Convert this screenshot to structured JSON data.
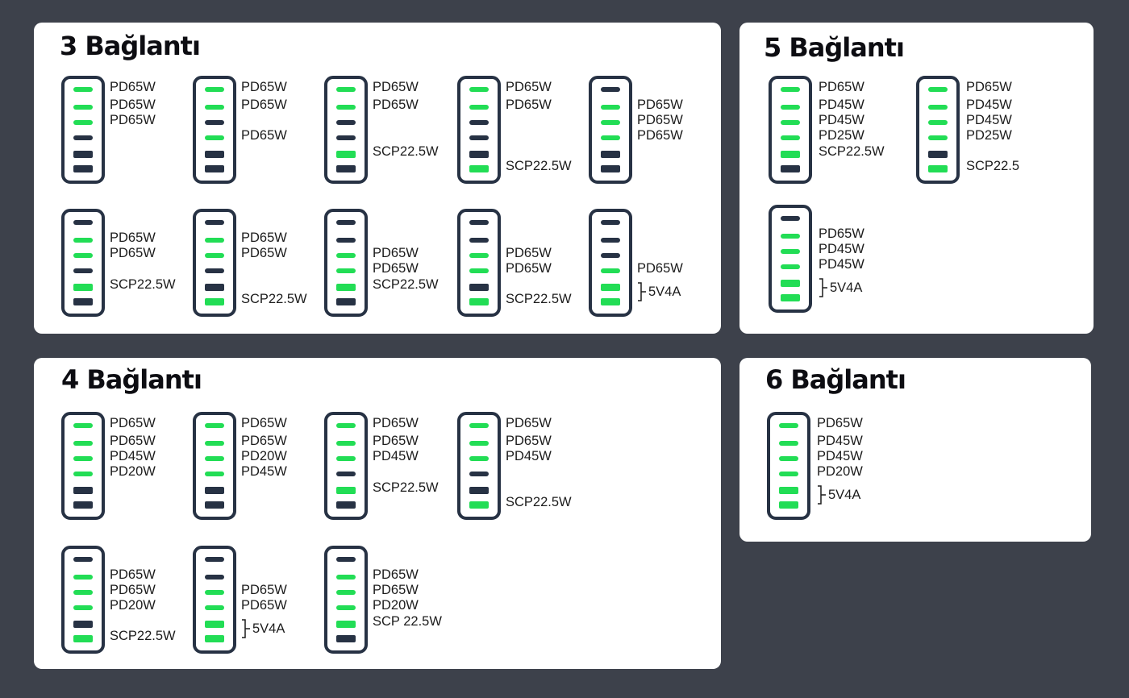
{
  "panels": [
    {
      "id": "panel-3",
      "title": "3 Bağlantı",
      "devices": [
        {
          "ports": [
            "c1",
            "c1",
            "c1",
            "c0",
            "a0",
            "a0"
          ],
          "labels": [
            {
              "text": "PD65W",
              "port": 0
            },
            {
              "text": "PD65W",
              "port": 1
            },
            {
              "text": "PD65W",
              "port": 2
            }
          ]
        },
        {
          "ports": [
            "c1",
            "c1",
            "c0",
            "c1",
            "a0",
            "a0"
          ],
          "labels": [
            {
              "text": "PD65W",
              "port": 0
            },
            {
              "text": "PD65W",
              "port": 1
            },
            {
              "text": "PD65W",
              "port": 3
            }
          ]
        },
        {
          "ports": [
            "c1",
            "c1",
            "c0",
            "c0",
            "a1",
            "a0"
          ],
          "labels": [
            {
              "text": "PD65W",
              "port": 0
            },
            {
              "text": "PD65W",
              "port": 1
            },
            {
              "text": "SCP22.5W",
              "port": 4
            }
          ]
        },
        {
          "ports": [
            "c1",
            "c1",
            "c0",
            "c0",
            "a0",
            "a1"
          ],
          "labels": [
            {
              "text": "PD65W",
              "port": 0
            },
            {
              "text": "PD65W",
              "port": 1
            },
            {
              "text": "SCP22.5W",
              "port": 5
            }
          ]
        },
        {
          "ports": [
            "c0",
            "c1",
            "c1",
            "c1",
            "a0",
            "a0"
          ],
          "labels": [
            {
              "text": "PD65W",
              "port": 1
            },
            {
              "text": "PD65W",
              "port": 2
            },
            {
              "text": "PD65W",
              "port": 3
            }
          ]
        },
        {
          "ports": [
            "c0",
            "c1",
            "c1",
            "c0",
            "a1",
            "a0"
          ],
          "labels": [
            {
              "text": "PD65W",
              "port": 1
            },
            {
              "text": "PD65W",
              "port": 2
            },
            {
              "text": "SCP22.5W",
              "port": 4
            }
          ]
        },
        {
          "ports": [
            "c0",
            "c1",
            "c1",
            "c0",
            "a0",
            "a1"
          ],
          "labels": [
            {
              "text": "PD65W",
              "port": 1
            },
            {
              "text": "PD65W",
              "port": 2
            },
            {
              "text": "SCP22.5W",
              "port": 5
            }
          ]
        },
        {
          "ports": [
            "c0",
            "c0",
            "c1",
            "c1",
            "a1",
            "a0"
          ],
          "labels": [
            {
              "text": "PD65W",
              "port": 2
            },
            {
              "text": "PD65W",
              "port": 3
            },
            {
              "text": "SCP22.5W",
              "port": 4
            }
          ]
        },
        {
          "ports": [
            "c0",
            "c0",
            "c1",
            "c1",
            "a0",
            "a1"
          ],
          "labels": [
            {
              "text": "PD65W",
              "port": 2
            },
            {
              "text": "PD65W",
              "port": 3
            },
            {
              "text": "SCP22.5W",
              "port": 5
            }
          ]
        },
        {
          "ports": [
            "c0",
            "c0",
            "c0",
            "c1",
            "a1",
            "a1"
          ],
          "labels": [
            {
              "text": "PD65W",
              "port": 3
            }
          ],
          "brace": {
            "text": "5V4A",
            "from": 4,
            "to": 5
          }
        }
      ]
    },
    {
      "id": "panel-5",
      "title": "5 Bağlantı",
      "devices": [
        {
          "ports": [
            "c1",
            "c1",
            "c1",
            "c1",
            "a1",
            "a0"
          ],
          "labels": [
            {
              "text": "PD65W",
              "port": 0
            },
            {
              "text": "PD45W",
              "port": 1
            },
            {
              "text": "PD45W",
              "port": 2
            },
            {
              "text": "PD25W",
              "port": 3
            },
            {
              "text": "SCP22.5W",
              "port": 4
            }
          ]
        },
        {
          "ports": [
            "c1",
            "c1",
            "c1",
            "c1",
            "a0",
            "a1"
          ],
          "labels": [
            {
              "text": "PD65W",
              "port": 0
            },
            {
              "text": "PD45W",
              "port": 1
            },
            {
              "text": "PD45W",
              "port": 2
            },
            {
              "text": "PD25W",
              "port": 3
            },
            {
              "text": "SCP22.5",
              "port": 5
            }
          ]
        },
        {
          "ports": [
            "c0",
            "c1",
            "c1",
            "c1",
            "a1",
            "a1"
          ],
          "labels": [
            {
              "text": "PD65W",
              "port": 1
            },
            {
              "text": "PD45W",
              "port": 2
            },
            {
              "text": "PD45W",
              "port": 3
            }
          ],
          "brace": {
            "text": "5V4A",
            "from": 4,
            "to": 5
          }
        }
      ]
    },
    {
      "id": "panel-4",
      "title": "4 Bağlantı",
      "devices": [
        {
          "ports": [
            "c1",
            "c1",
            "c1",
            "c1",
            "a0",
            "a0"
          ],
          "labels": [
            {
              "text": "PD65W",
              "port": 0
            },
            {
              "text": "PD65W",
              "port": 1
            },
            {
              "text": "PD45W",
              "port": 2
            },
            {
              "text": "PD20W",
              "port": 3
            }
          ]
        },
        {
          "ports": [
            "c1",
            "c1",
            "c1",
            "c1",
            "a0",
            "a0"
          ],
          "labels": [
            {
              "text": "PD65W",
              "port": 0
            },
            {
              "text": "PD65W",
              "port": 1
            },
            {
              "text": "PD20W",
              "port": 2
            },
            {
              "text": "PD45W",
              "port": 3
            }
          ]
        },
        {
          "ports": [
            "c1",
            "c1",
            "c1",
            "c0",
            "a1",
            "a0"
          ],
          "labels": [
            {
              "text": "PD65W",
              "port": 0
            },
            {
              "text": "PD65W",
              "port": 1
            },
            {
              "text": "PD45W",
              "port": 2
            },
            {
              "text": "SCP22.5W",
              "port": 4
            }
          ]
        },
        {
          "ports": [
            "c1",
            "c1",
            "c1",
            "c0",
            "a0",
            "a1"
          ],
          "labels": [
            {
              "text": "PD65W",
              "port": 0
            },
            {
              "text": "PD65W",
              "port": 1
            },
            {
              "text": "PD45W",
              "port": 2
            },
            {
              "text": "SCP22.5W",
              "port": 5
            }
          ]
        },
        {
          "ports": [
            "c0",
            "c1",
            "c1",
            "c1",
            "a0",
            "a1"
          ],
          "labels": [
            {
              "text": "PD65W",
              "port": 1
            },
            {
              "text": "PD65W",
              "port": 2
            },
            {
              "text": "PD20W",
              "port": 3
            },
            {
              "text": "SCP22.5W",
              "port": 5
            }
          ]
        },
        {
          "ports": [
            "c0",
            "c0",
            "c1",
            "c1",
            "a1",
            "a1"
          ],
          "labels": [
            {
              "text": "PD65W",
              "port": 2
            },
            {
              "text": "PD65W",
              "port": 3
            }
          ],
          "brace": {
            "text": "5V4A",
            "from": 4,
            "to": 5
          }
        },
        {
          "ports": [
            "c0",
            "c1",
            "c1",
            "c1",
            "a1",
            "a0"
          ],
          "labels": [
            {
              "text": "PD65W",
              "port": 1
            },
            {
              "text": "PD65W",
              "port": 2
            },
            {
              "text": "PD20W",
              "port": 3
            },
            {
              "text": "SCP 22.5W",
              "port": 4
            }
          ]
        }
      ]
    },
    {
      "id": "panel-6",
      "title": "6 Bağlantı",
      "devices": [
        {
          "ports": [
            "c1",
            "c1",
            "c1",
            "c1",
            "a1",
            "a1"
          ],
          "labels": [
            {
              "text": "PD65W",
              "port": 0
            },
            {
              "text": "PD45W",
              "port": 1
            },
            {
              "text": "PD45W",
              "port": 2
            },
            {
              "text": "PD20W",
              "port": 3
            }
          ],
          "brace": {
            "text": "5V4A",
            "from": 4,
            "to": 5
          }
        }
      ]
    }
  ]
}
